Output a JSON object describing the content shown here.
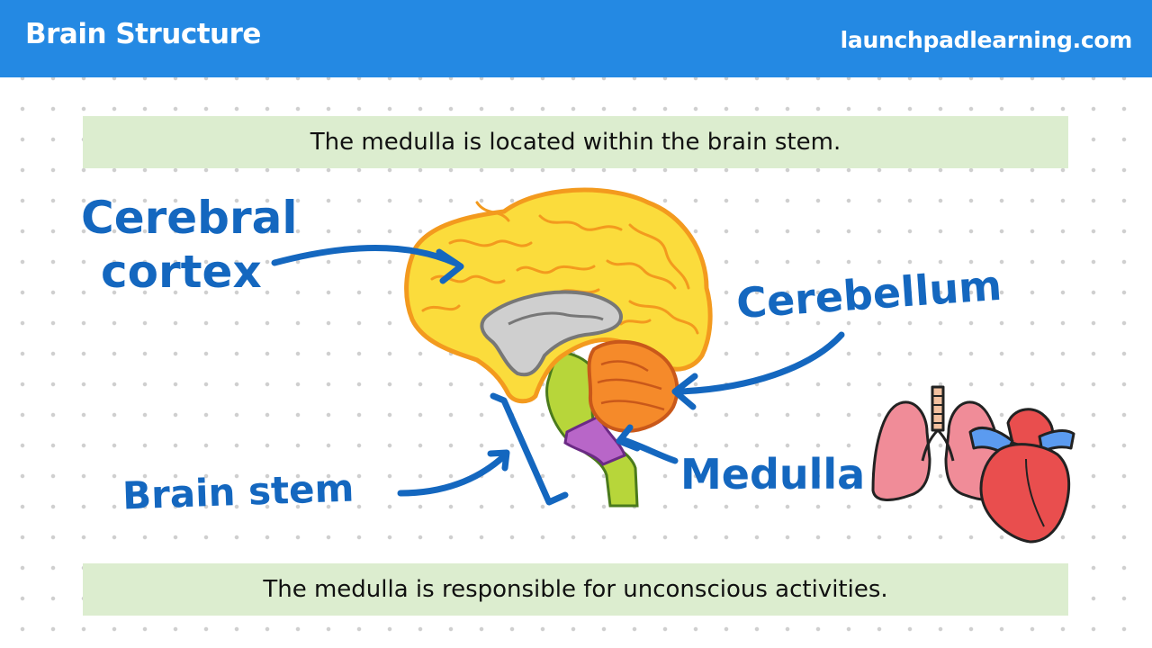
{
  "header": {
    "title": "Brain Structure",
    "site": "launchpadlearning.com",
    "bg_color": "#2489e3"
  },
  "banners": {
    "top": "The medulla is located within the brain stem.",
    "bottom": "The medulla is responsible for unconscious activities.",
    "bg_color": "#dcedcf"
  },
  "labels": {
    "cerebral_line1": "Cerebral",
    "cerebral_line2": "cortex",
    "cerebellum": "Cerebellum",
    "brain_stem": "Brain stem",
    "medulla": "Medulla",
    "color": "#1467bf"
  },
  "colors": {
    "cerebrum": "#fbdc3c",
    "cerebrum_outline": "#f39a1e",
    "cerebellum": "#f58a2a",
    "brain_stem": "#b7d63a",
    "medulla": "#b866c8",
    "limbic": "#cfcfcf",
    "lungs": "#f08c98",
    "heart": "#e94e4e",
    "vessels": "#5b9bf0"
  },
  "icons": [
    "brain-illustration",
    "lungs-heart-icon"
  ]
}
